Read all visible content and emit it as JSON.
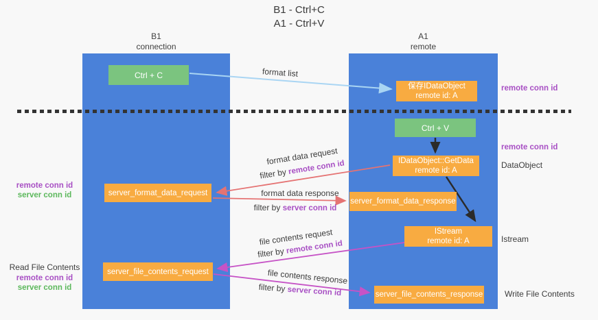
{
  "title": {
    "line1": "B1 - Ctrl+C",
    "line2": "A1 - Ctrl+V"
  },
  "columns": {
    "left": {
      "name": "B1",
      "role": "connection"
    },
    "right": {
      "name": "A1",
      "role": "remote"
    }
  },
  "nodes": {
    "ctrl_c": {
      "label": "Ctrl + C"
    },
    "save_idataobject": {
      "line1": "保存IDataObject",
      "line2": "remote id: A"
    },
    "ctrl_v": {
      "label": "Ctrl + V"
    },
    "idataobject_getdata": {
      "line1": "IDataObject::GetData",
      "line2": "remote id: A"
    },
    "server_format_data_request": {
      "label": "server_format_data_request"
    },
    "server_format_data_response": {
      "label": "server_format_data_response"
    },
    "istream": {
      "line1": "IStream",
      "line2": "remote id: A"
    },
    "server_file_contents_request": {
      "label": "server_file_contents_request"
    },
    "server_file_contents_response": {
      "label": "server_file_contents_response"
    }
  },
  "edge_labels": {
    "format_list": "format list",
    "format_data_request": "format data request",
    "format_data_response": "format data response",
    "file_contents_request": "file contents request",
    "file_contents_response": "file contents response",
    "filter_by": "filter by ",
    "remote_conn_id": "remote conn id",
    "server_conn_id": "server conn id"
  },
  "side_labels": {
    "remote_conn_id": "remote conn id",
    "server_conn_id": "server conn id",
    "dataobject": "DataObject",
    "istream": "Istream",
    "read_file_contents": "Read File Contents",
    "write_file_contents": "Write File Contents"
  },
  "colors": {
    "lifeline_blue": "#4a81d9",
    "node_orange": "#f8ab41",
    "node_green": "#7bc47f",
    "arrow_light_blue": "#a9d5f3",
    "arrow_red": "#e57373",
    "arrow_magenta": "#c653c6",
    "label_purple": "#a850c4",
    "label_green": "#5cb85c",
    "divider_black": "#333333",
    "background": "#f8f8f8"
  }
}
